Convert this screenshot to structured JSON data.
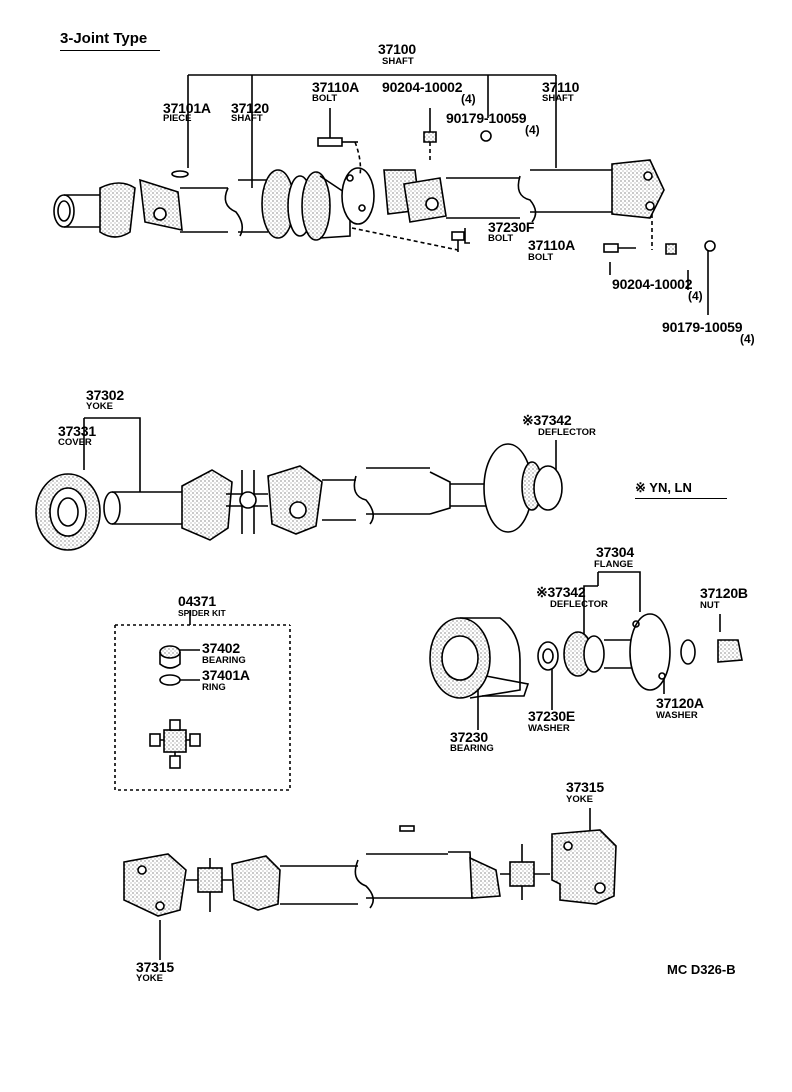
{
  "title": "3-Joint Type",
  "note": "※ YN, LN",
  "figure_code": "MC D326-B",
  "labels": [
    {
      "id": "l1",
      "num": "37100",
      "name": "SHAFT"
    },
    {
      "id": "l2",
      "num": "37101A",
      "name": "PIECE"
    },
    {
      "id": "l3",
      "num": "37120",
      "name": "SHAFT"
    },
    {
      "id": "l4",
      "num": "37110A",
      "name": "BOLT"
    },
    {
      "id": "l5",
      "num": "90204-10002",
      "name": "(4)"
    },
    {
      "id": "l6",
      "num": "90179-10059",
      "name": "(4)"
    },
    {
      "id": "l7",
      "num": "37110",
      "name": "SHAFT"
    },
    {
      "id": "l8",
      "num": "37230F",
      "name": "BOLT"
    },
    {
      "id": "l9",
      "num": "37110A",
      "name": "BOLT"
    },
    {
      "id": "l10",
      "num": "90204-10002",
      "name": "(4)"
    },
    {
      "id": "l11",
      "num": "90179-10059",
      "name": "(4)"
    },
    {
      "id": "l12",
      "num": "37302",
      "name": "YOKE"
    },
    {
      "id": "l13",
      "num": "37331",
      "name": "COVER"
    },
    {
      "id": "l14",
      "num": "※37342",
      "name": "DEFLECTOR"
    },
    {
      "id": "l15",
      "num": "37304",
      "name": "FLANGE"
    },
    {
      "id": "l16",
      "num": "※37342",
      "name": "DEFLECTOR"
    },
    {
      "id": "l17",
      "num": "37120B",
      "name": "NUT"
    },
    {
      "id": "l18",
      "num": "04371",
      "name": "SPIDER KIT"
    },
    {
      "id": "l19",
      "num": "37402",
      "name": "BEARING"
    },
    {
      "id": "l20",
      "num": "37401A",
      "name": "RING"
    },
    {
      "id": "l21",
      "num": "37230",
      "name": "BEARING"
    },
    {
      "id": "l22",
      "num": "37230E",
      "name": "WASHER"
    },
    {
      "id": "l23",
      "num": "37120A",
      "name": "WASHER"
    },
    {
      "id": "l24",
      "num": "37315",
      "name": "YOKE"
    },
    {
      "id": "l25",
      "num": "37315",
      "name": "YOKE"
    }
  ]
}
